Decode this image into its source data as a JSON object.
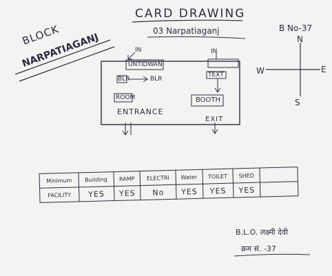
{
  "title": "CARD DRAWING",
  "subtitle": "03 Narpatiaganj",
  "block": {
    "label": "BLOCK",
    "name": "NARPATIAGANJ"
  },
  "booth_no": "B No-37",
  "compass": {
    "n": "N",
    "s": "S",
    "e": "E",
    "w": "W"
  },
  "map": {
    "in_left": "IN",
    "in_right": "IN",
    "left_box_top": "UNTIDWAN",
    "left_box_mid": "BLR",
    "left_box_arrow": "BLR",
    "left_box_bottom": "ROOM",
    "right_box_top": "TEXT",
    "booth": "BOOTH",
    "entrance": "ENTRANCE",
    "exit": "EXIT"
  },
  "table": {
    "header": [
      "Minimum",
      "Building",
      "RAMP",
      "ELECTRI",
      "Water",
      "TOILET",
      "SHED",
      ""
    ],
    "row": [
      "FACILITY",
      "YES",
      "YES",
      "No",
      "YES",
      "YES",
      "YES",
      ""
    ]
  },
  "signature": {
    "name": "B.L.O. लक्ष्मी देवी",
    "number": "क्रम सं. -37"
  }
}
